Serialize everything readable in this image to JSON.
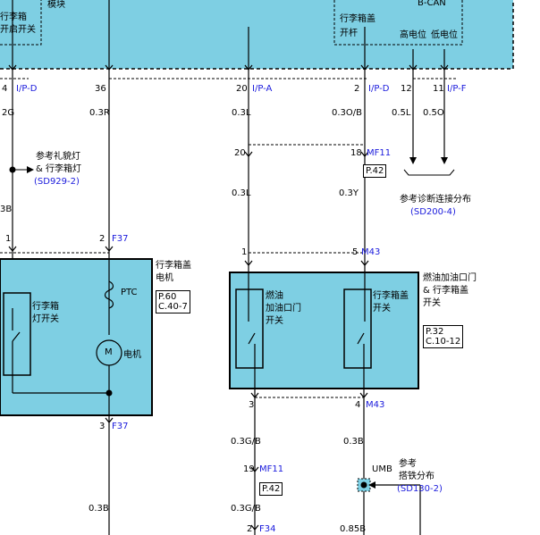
{
  "top_left": {
    "partial_label": "模块",
    "switch_label": [
      "行李箱",
      "开启开关"
    ]
  },
  "top_right": {
    "bus": "B-CAN",
    "switch_label": [
      "行李箱盖",
      "开杆"
    ],
    "high": "高电位",
    "low": "低电位"
  },
  "connectors": {
    "c1": {
      "pin": "4",
      "code": "I/P-D"
    },
    "c2": {
      "pin": "36"
    },
    "c3": {
      "pin": "20",
      "code": "I/P-A"
    },
    "c4": {
      "pin": "2",
      "code": "I/P-D"
    },
    "c5": {
      "pin": "12"
    },
    "c6": {
      "pin": "11",
      "code": "I/P-F"
    },
    "c7": {
      "pin": "20"
    },
    "c8": {
      "pin": "18",
      "code": "MF11"
    },
    "c9": {
      "pin": "1"
    },
    "c10": {
      "pin": "2",
      "code": "F37"
    },
    "c11": {
      "pin": "1"
    },
    "c12": {
      "pin": "5",
      "code": "M43"
    },
    "c13": {
      "pin": "3",
      "code": "F37"
    },
    "c14": {
      "pin": "3"
    },
    "c15": {
      "pin": "4",
      "code": "M43"
    },
    "c16": {
      "pin": "19",
      "code": "MF11"
    },
    "c17": {
      "pin": "2",
      "code": "F34"
    }
  },
  "wires": {
    "w1": "2G",
    "w2": "0.3R",
    "w3": "0.3L",
    "w4": "0.3O/B",
    "w5": "0.5L",
    "w6": "0.5O",
    "w7": "0.3L",
    "w8": "0.3Y",
    "w9": "3B",
    "w10": "0.3G/B",
    "w11": "0.3B",
    "w12": "0.3B",
    "w13": "0.3G/B",
    "w14": "0.85B"
  },
  "refs": {
    "courtesy_lamp": {
      "lines": [
        "参考礼貌灯",
        "& 行李箱灯"
      ],
      "code": "(SD929-2)"
    },
    "diag": {
      "text": "参考诊断连接分布",
      "code": "(SD200-4)"
    },
    "ground": {
      "lines": [
        "参考",
        "搭铁分布"
      ],
      "code": "(SD130-2)"
    }
  },
  "modules": {
    "trunk_motor": {
      "title": [
        "行李箱盖",
        "电机"
      ],
      "page": [
        "P.60",
        "C.40-7"
      ],
      "lamp_switch": [
        "行李箱",
        "灯开关"
      ],
      "ptc": "PTC",
      "motor_symbol": "M",
      "motor_label": "电机"
    },
    "fuel_door": {
      "title": [
        "燃油加油口门",
        "& 行李箱盖",
        "开关"
      ],
      "page": [
        "P.32",
        "C.10-12"
      ],
      "switch1": [
        "燃油",
        "加油口门",
        "开关"
      ],
      "switch2": [
        "行李箱盖",
        "开关"
      ]
    }
  },
  "page_refs": {
    "p42a": "P.42",
    "p42b": "P.42"
  },
  "splice": "UMB",
  "colors": {
    "module_fill": "#7ecfe3",
    "wire": "#000000",
    "code_blue": "#1a1adc"
  }
}
